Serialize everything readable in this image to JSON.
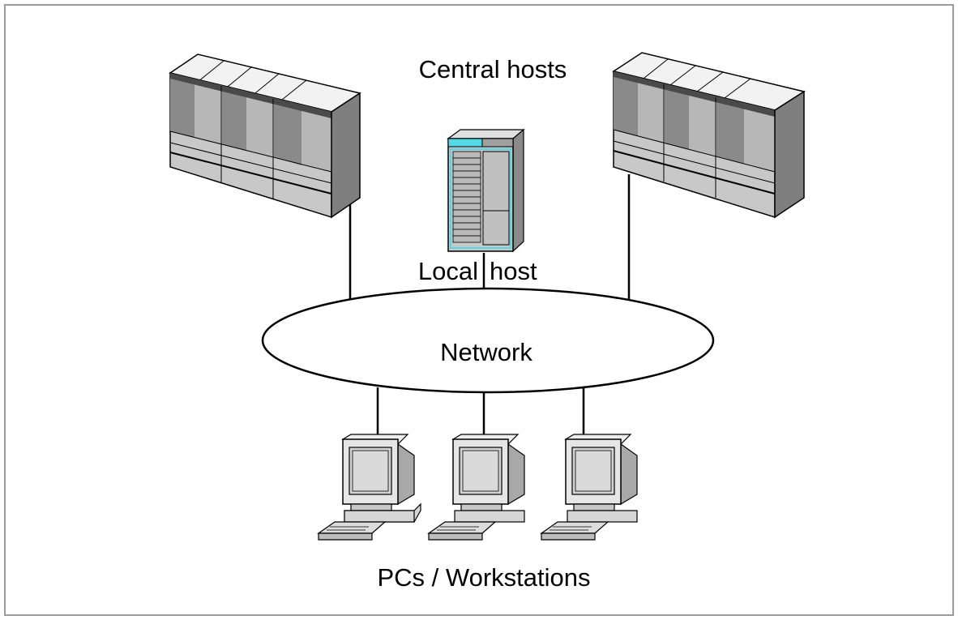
{
  "labels": {
    "central_hosts": "Central hosts",
    "local_host": "Local host",
    "local_host_left": "Local",
    "local_host_right": "host",
    "network": "Network",
    "workstations": "PCs / Workstations"
  },
  "colors": {
    "background": "#ffffff",
    "border": "#9a9a9a",
    "line": "#000000",
    "cabinet_top": "#f2f2f2",
    "cabinet_front_light": "#c8c8c8",
    "cabinet_front_dark": "#8a8a8a",
    "cabinet_side": "#7f7f7f",
    "local_host_accent": "#55d7e6",
    "monitor_body": "#e6e6e6",
    "monitor_screen": "#d2d2d2",
    "monitor_side": "#a8a8a8"
  },
  "icons": {
    "central_host": "mainframe-cabinet-icon",
    "local_host": "server-tower-icon",
    "workstation": "desktop-computer-icon",
    "network": "network-ellipse"
  }
}
